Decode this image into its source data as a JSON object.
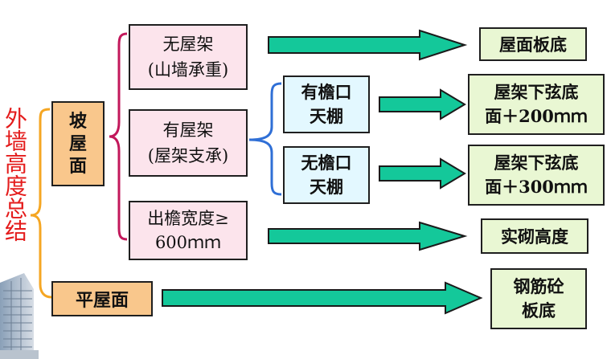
{
  "title": "外墙高度总结",
  "colors": {
    "title": "#e41c1c",
    "bracket_orange": "#f5a623",
    "bracket_magenta": "#c2185b",
    "bracket_blue": "#2f6fd6",
    "arrow_fill": "#14c89a",
    "arrow_stroke": "#1a1a1a"
  },
  "nodes": {
    "sloped_roof": "坡\n屋\n面",
    "flat_roof": "平屋面",
    "no_truss": "无屋架\n(山墙承重)",
    "with_truss": "有屋架\n(屋架支承)",
    "eave_width": "出檐宽度≥\n600ｍｍ",
    "with_eave_ceiling": "有檐口\n天棚",
    "no_eave_ceiling": "无檐口\n天棚"
  },
  "results": {
    "roof_slab_bottom": "屋面板底",
    "truss_plus_200": "屋架下弦底\n面＋200ｍｍ",
    "truss_plus_300": "屋架下弦底\n面＋300ｍｍ",
    "actual_masonry_height": "实砌高度",
    "concrete_slab_bottom": "钢筋砼\n板底"
  }
}
